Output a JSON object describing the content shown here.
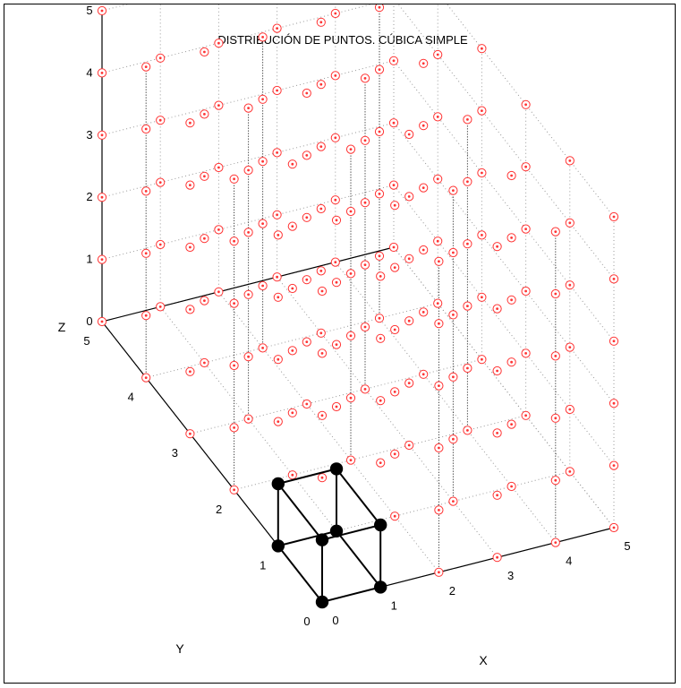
{
  "chart_data": {
    "type": "scatter3d",
    "title": "DISTRIBUCIÓN DE PUNTOS. CÚBICA SIMPLE",
    "xlabel": "X",
    "ylabel": "Y",
    "zlabel": "Z",
    "xlim": [
      0,
      5
    ],
    "ylim": [
      0,
      5
    ],
    "zlim": [
      0,
      5
    ],
    "x_ticks": [
      "0",
      "1",
      "2",
      "3",
      "4",
      "5"
    ],
    "y_ticks": [
      "0",
      "1",
      "2",
      "3",
      "4",
      "5"
    ],
    "z_ticks": [
      "0",
      "1",
      "2",
      "3",
      "4",
      "5"
    ],
    "grid": true,
    "series": [
      {
        "marker": "circle-dot",
        "color": "#ff3333",
        "points": "all integer (x, y, z) with x, y, z in 0..5 (216 lattice points)"
      },
      {
        "marker": "filled-circle",
        "color": "#000000",
        "points": [
          [
            0,
            0,
            0
          ],
          [
            1,
            0,
            0
          ],
          [
            0,
            1,
            0
          ],
          [
            1,
            1,
            0
          ],
          [
            0,
            0,
            1
          ],
          [
            1,
            0,
            1
          ],
          [
            0,
            1,
            1
          ],
          [
            1,
            1,
            1
          ]
        ],
        "edges": "unit cube"
      }
    ]
  }
}
